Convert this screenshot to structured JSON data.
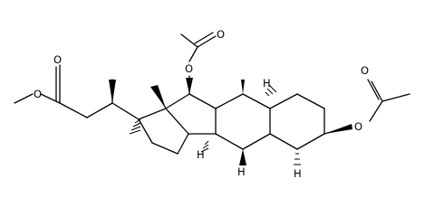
{
  "molecule": {
    "atom_labels": {
      "o_ketone_ester": "O",
      "o_methoxy": "O",
      "o_c12": "O",
      "o_c12_acetyl": "O",
      "o_c3": "O",
      "o_c3_acetyl": "O"
    },
    "hydrogen_labels": {
      "h_9": "H",
      "h_14": "H",
      "h_5": "H",
      "h_8": "H"
    }
  }
}
